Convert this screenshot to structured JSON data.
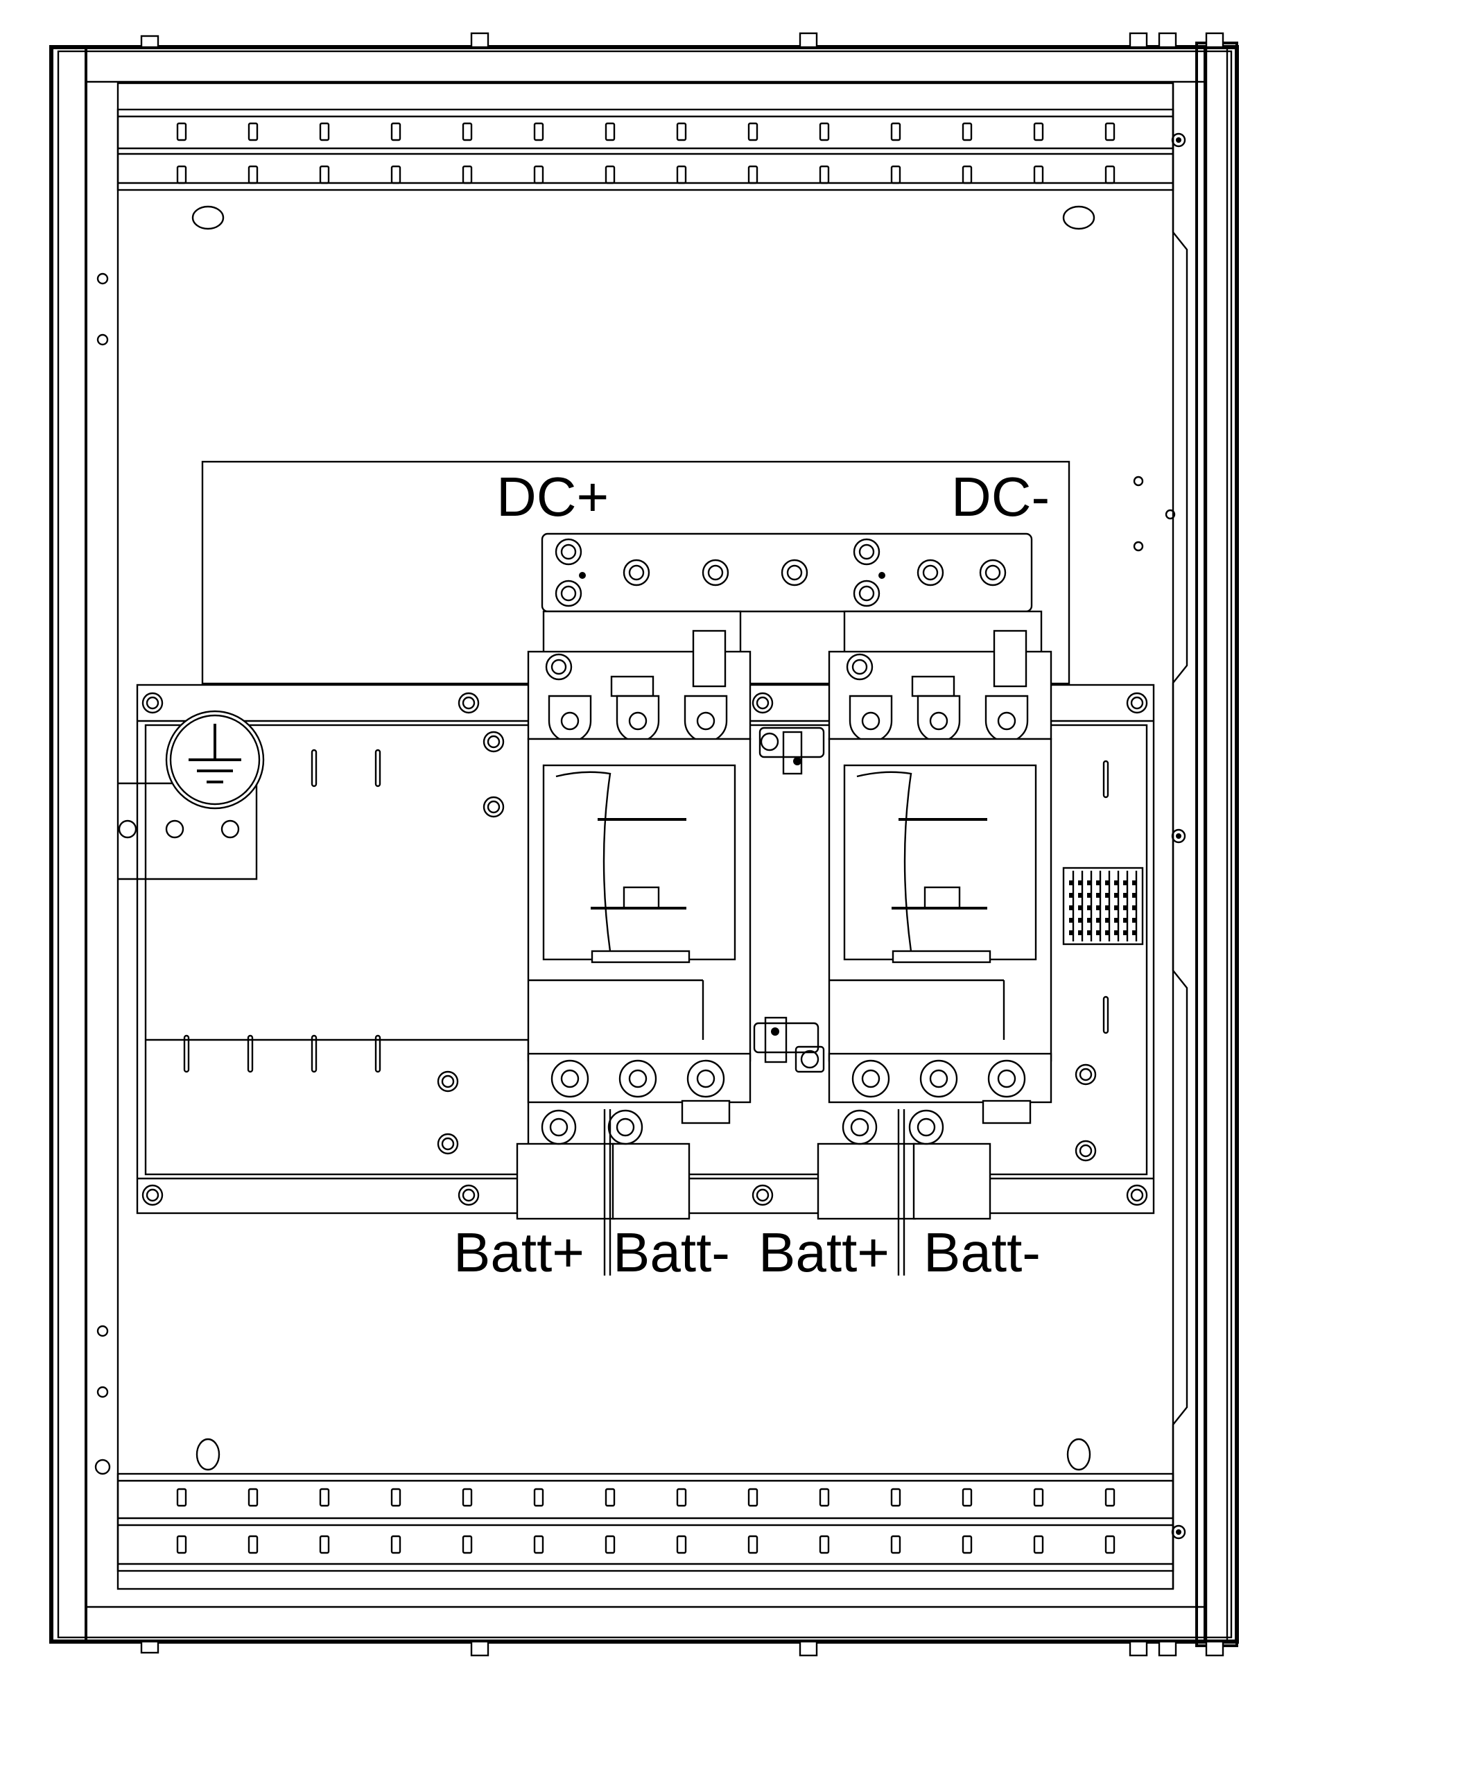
{
  "labels": {
    "dc_plus": "DC+",
    "dc_minus": "DC-",
    "batt_plus_1": "Batt+",
    "batt_minus_1": "Batt-",
    "batt_plus_2": "Batt+",
    "batt_minus_2": "Batt-"
  },
  "icons": {
    "earth": "protective-earth-symbol"
  }
}
